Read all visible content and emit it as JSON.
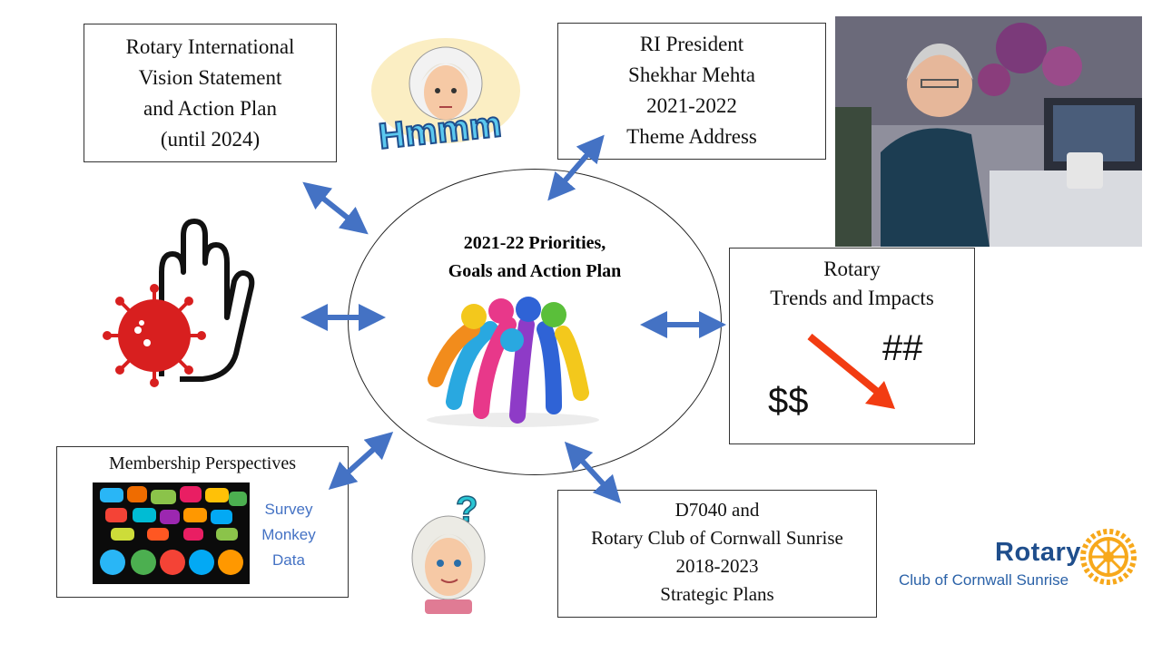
{
  "nodes": {
    "vision": {
      "lines": [
        "Rotary International",
        "Vision Statement",
        "and Action Plan",
        "(until 2024)"
      ]
    },
    "president": {
      "lines": [
        "RI President",
        "Shekhar Mehta",
        "2021-2022",
        "Theme Address"
      ]
    },
    "trends": {
      "lines": [
        "Rotary",
        "Trends and Impacts"
      ],
      "hash": "##",
      "dollar": "$$"
    },
    "membership": {
      "title": "Membership Perspectives",
      "survey_lines": [
        "Survey",
        "Monkey",
        "Data"
      ]
    },
    "strategic": {
      "lines": [
        "D7040 and",
        "Rotary Club of Cornwall Sunrise",
        "2018-2023",
        "Strategic Plans"
      ]
    }
  },
  "center": {
    "lines": [
      "2021-22 Priorities,",
      "Goals and Action Plan"
    ]
  },
  "bitmoji_top": {
    "text": "Hmmm"
  },
  "logo": {
    "word": "Rotary",
    "club": "Club of Cornwall Sunrise"
  },
  "colors": {
    "arrow": "#4472c4",
    "trend_arrow": "#f23c12",
    "virus": "#d81f1f",
    "rotary_blue": "#1f4e8c",
    "rotary_gold": "#f7a81b"
  },
  "icons": [
    "hand-stop-icon",
    "virus-icon",
    "people-circle-icon",
    "speech-bubbles-icon",
    "thinking-bitmoji-icon",
    "question-bitmoji-icon",
    "rotary-wheel-icon",
    "woman-photo"
  ]
}
